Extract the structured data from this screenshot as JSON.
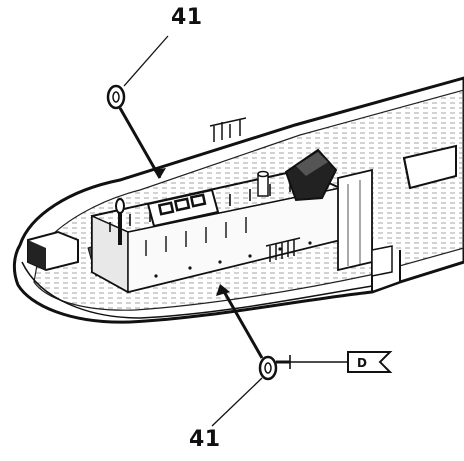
{
  "callouts": {
    "top": "41",
    "bottom": "41"
  },
  "flag_label": "D",
  "colors": {
    "ink": "#111111",
    "paper": "#ffffff"
  }
}
